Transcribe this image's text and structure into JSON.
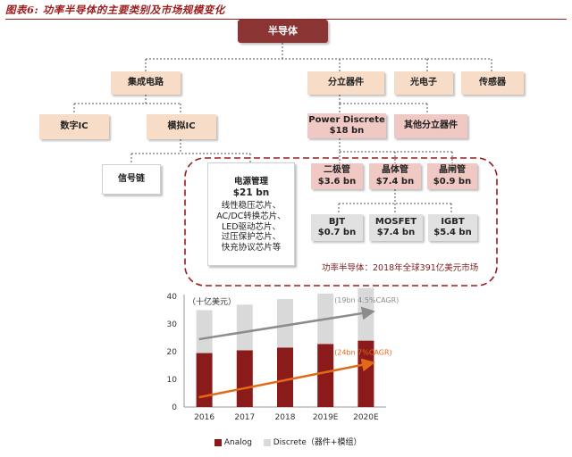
{
  "header": {
    "title": "图表6: 功率半导体的主要类别及市场规模变化"
  },
  "tree": {
    "root": "半导体",
    "integrated": "集成电路",
    "digital": "数字IC",
    "analog": "模拟IC",
    "signal_chain": "信号链",
    "power_mgmt": {
      "name": "电源管理",
      "value": "$21 bn",
      "items": [
        "线性稳压芯片、",
        "AC/DC转换芯片、",
        "LED驱动芯片、",
        "过压保护芯片、",
        "快充协议芯片等"
      ]
    },
    "discrete": "分立器件",
    "opto": "光电子",
    "sensor": "传感器",
    "power_discrete": {
      "name": "Power Discrete",
      "value": "$18 bn"
    },
    "other_discrete": "其他分立器件",
    "diode": {
      "name": "二极管",
      "value": "$3.6 bn"
    },
    "transistor": {
      "name": "晶体管",
      "value": "$7.4 bn"
    },
    "thyristor": {
      "name": "晶闸管",
      "value": "$0.9 bn"
    },
    "bjt": {
      "name": "BJT",
      "value": "$0.7 bn"
    },
    "mosfet": {
      "name": "MOSFET",
      "value": "$7.4 bn"
    },
    "igbt": {
      "name": "IGBT",
      "value": "$5.4 bn"
    },
    "market_note": "功率半导体：2018年全球391亿美元市场"
  },
  "chart_data": {
    "type": "bar",
    "stacked": true,
    "ylabel": "（十亿美元）",
    "categories": [
      "2016",
      "2017",
      "2018",
      "2019E",
      "2020E"
    ],
    "ylim": [
      0,
      40
    ],
    "yticks": [
      0,
      10,
      20,
      30,
      40
    ],
    "series": [
      {
        "name": "Analog",
        "color": "#8b1a1a",
        "values": [
          19.5,
          20.5,
          21.5,
          22.8,
          24
        ]
      },
      {
        "name": "Discrete（器件+模组）",
        "color": "#d9d9d9",
        "values": [
          15.5,
          16.5,
          17.5,
          18.2,
          19
        ]
      }
    ],
    "annotations": [
      {
        "text": "(19bn 4.5%CAGR)",
        "color": "#8c8c8c"
      },
      {
        "text": "(24bn 7%CAGR)",
        "color": "#e06a1a"
      }
    ],
    "grid": false,
    "legend": "bottom"
  }
}
